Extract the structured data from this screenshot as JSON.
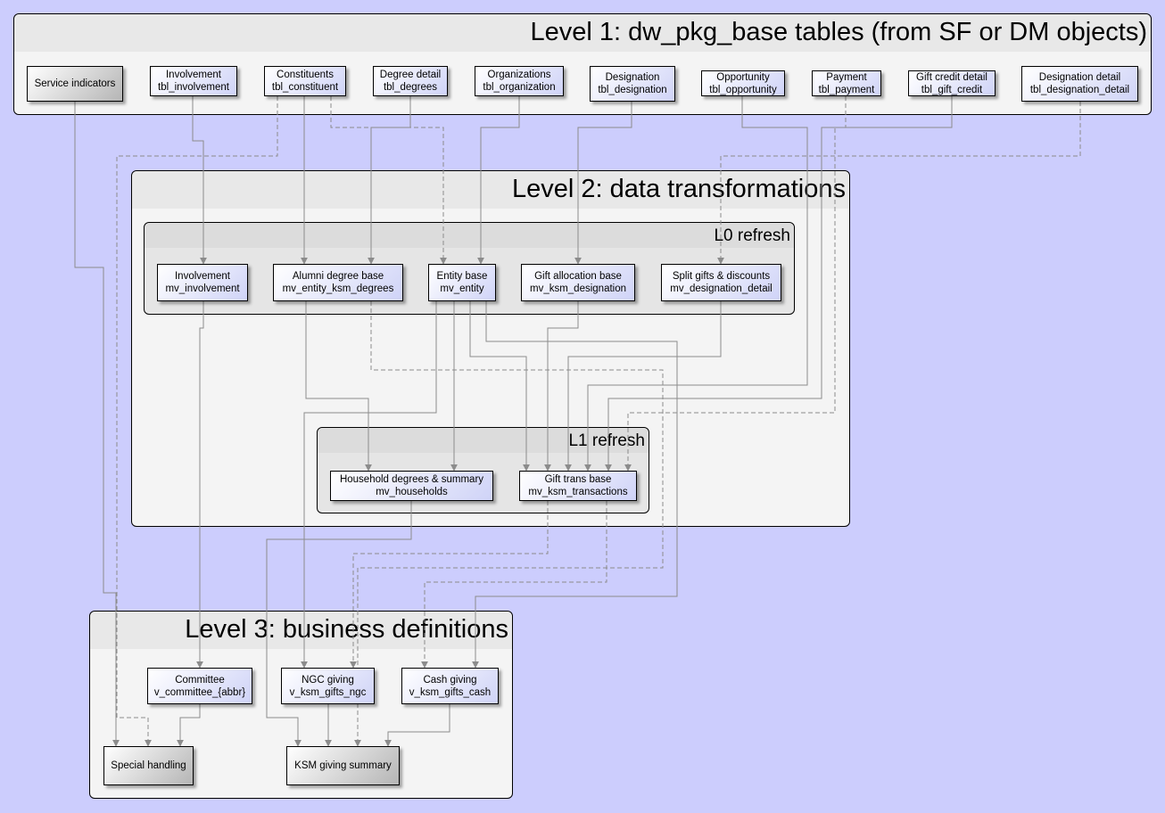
{
  "level1": {
    "title": "Level 1: dw_pkg_base tables (from SF or DM objects)"
  },
  "level2": {
    "title": "Level 2: data transformations"
  },
  "l0": {
    "title": "L0 refresh"
  },
  "l1": {
    "title": "L1 refresh"
  },
  "level3": {
    "title": "Level 3: business definitions"
  },
  "nodes": {
    "service_indicators": {
      "line1": "Service indicators",
      "line2": ""
    },
    "tbl_involvement": {
      "line1": "Involvement",
      "line2": "tbl_involvement"
    },
    "tbl_constituent": {
      "line1": "Constituents",
      "line2": "tbl_constituent"
    },
    "tbl_degrees": {
      "line1": "Degree detail",
      "line2": "tbl_degrees"
    },
    "tbl_organization": {
      "line1": "Organizations",
      "line2": "tbl_organization"
    },
    "tbl_designation": {
      "line1": "Designation",
      "line2": "tbl_designation"
    },
    "tbl_opportunity": {
      "line1": "Opportunity",
      "line2": "tbl_opportunity"
    },
    "tbl_payment": {
      "line1": "Payment",
      "line2": "tbl_payment"
    },
    "tbl_gift_credit": {
      "line1": "Gift credit detail",
      "line2": "tbl_gift_credit"
    },
    "tbl_designation_detail": {
      "line1": "Designation detail",
      "line2": "tbl_designation_detail"
    },
    "mv_involvement": {
      "line1": "Involvement",
      "line2": "mv_involvement"
    },
    "mv_entity_ksm_degrees": {
      "line1": "Alumni degree base",
      "line2": "mv_entity_ksm_degrees"
    },
    "mv_entity": {
      "line1": "Entity base",
      "line2": "mv_entity"
    },
    "mv_ksm_designation": {
      "line1": "Gift allocation base",
      "line2": "mv_ksm_designation"
    },
    "mv_designation_detail": {
      "line1": "Split gifts & discounts",
      "line2": "mv_designation_detail"
    },
    "mv_households": {
      "line1": "Household degrees & summary",
      "line2": "mv_households"
    },
    "mv_ksm_transactions": {
      "line1": "Gift trans base",
      "line2": "mv_ksm_transactions"
    },
    "v_committee": {
      "line1": "Committee",
      "line2": "v_committee_{abbr}"
    },
    "v_ksm_gifts_ngc": {
      "line1": "NGC giving",
      "line2": "v_ksm_gifts_ngc"
    },
    "v_ksm_gifts_cash": {
      "line1": "Cash giving",
      "line2": "v_ksm_gifts_cash"
    },
    "special_handling": {
      "line1": "Special handling",
      "line2": ""
    },
    "ksm_giving_summary": {
      "line1": "KSM giving summary",
      "line2": ""
    }
  }
}
